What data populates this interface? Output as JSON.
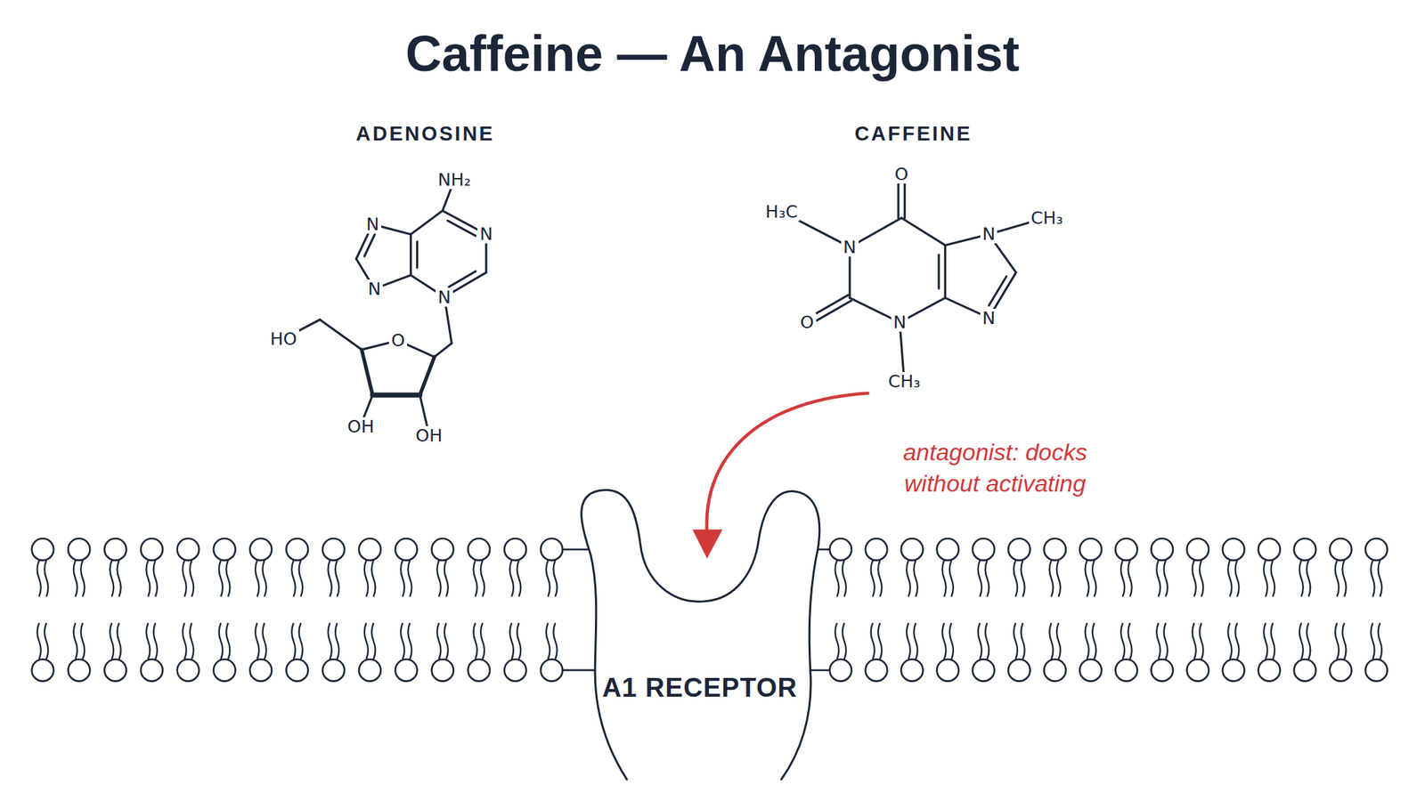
{
  "diagram": {
    "title": "Caffeine — An Antagonist",
    "nodes": [
      {
        "text": [
          "A1 RECEPTOR"
        ]
      }
    ],
    "labels": [
      "ADENOSINE",
      "CAFFEINE",
      "NH₂",
      "N",
      "N",
      "N",
      "N",
      "HO",
      "O",
      "OH",
      "OH",
      "O",
      "H₃C",
      "CH₃",
      "N",
      "N",
      "O",
      "N",
      "N",
      "CH₃",
      "antagonist: docks without activating"
    ]
  }
}
